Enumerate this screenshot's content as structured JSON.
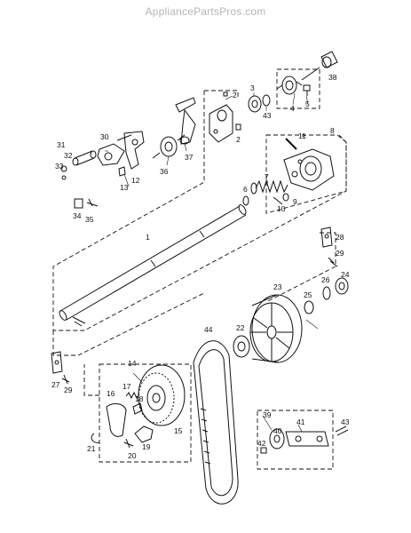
{
  "watermark": "AppliancePartsPros.com",
  "callouts": [
    {
      "id": "c38",
      "text": "38"
    },
    {
      "id": "c3",
      "text": "3"
    },
    {
      "id": "c4",
      "text": "4"
    },
    {
      "id": "c5",
      "text": "5"
    },
    {
      "id": "c43a",
      "text": "43"
    },
    {
      "id": "c2a",
      "text": "2"
    },
    {
      "id": "c2b",
      "text": "2"
    },
    {
      "id": "c37",
      "text": "37"
    },
    {
      "id": "c31",
      "text": "31"
    },
    {
      "id": "c30",
      "text": "30"
    },
    {
      "id": "c32",
      "text": "32"
    },
    {
      "id": "c33",
      "text": "33"
    },
    {
      "id": "c12",
      "text": "12"
    },
    {
      "id": "c13",
      "text": "13"
    },
    {
      "id": "c36",
      "text": "36"
    },
    {
      "id": "c11",
      "text": "11"
    },
    {
      "id": "c8",
      "text": "8"
    },
    {
      "id": "c7",
      "text": "7"
    },
    {
      "id": "c6",
      "text": "6"
    },
    {
      "id": "c10",
      "text": "10"
    },
    {
      "id": "c9",
      "text": "9"
    },
    {
      "id": "c34",
      "text": "34"
    },
    {
      "id": "c35",
      "text": "35"
    },
    {
      "id": "c1",
      "text": "1"
    },
    {
      "id": "c28",
      "text": "28"
    },
    {
      "id": "c29a",
      "text": "29"
    },
    {
      "id": "c24",
      "text": "24"
    },
    {
      "id": "c26",
      "text": "26"
    },
    {
      "id": "c25",
      "text": "25"
    },
    {
      "id": "c23",
      "text": "23"
    },
    {
      "id": "c44",
      "text": "44"
    },
    {
      "id": "c22",
      "text": "22"
    },
    {
      "id": "c27",
      "text": "27"
    },
    {
      "id": "c29b",
      "text": "29"
    },
    {
      "id": "c14",
      "text": "14"
    },
    {
      "id": "c16",
      "text": "16"
    },
    {
      "id": "c17",
      "text": "17"
    },
    {
      "id": "c18",
      "text": "18"
    },
    {
      "id": "c15",
      "text": "15"
    },
    {
      "id": "c21",
      "text": "21"
    },
    {
      "id": "c19",
      "text": "19"
    },
    {
      "id": "c20",
      "text": "20"
    },
    {
      "id": "c39",
      "text": "39"
    },
    {
      "id": "c41",
      "text": "41"
    },
    {
      "id": "c43b",
      "text": "43"
    },
    {
      "id": "c40",
      "text": "40"
    },
    {
      "id": "c42",
      "text": "42"
    }
  ]
}
